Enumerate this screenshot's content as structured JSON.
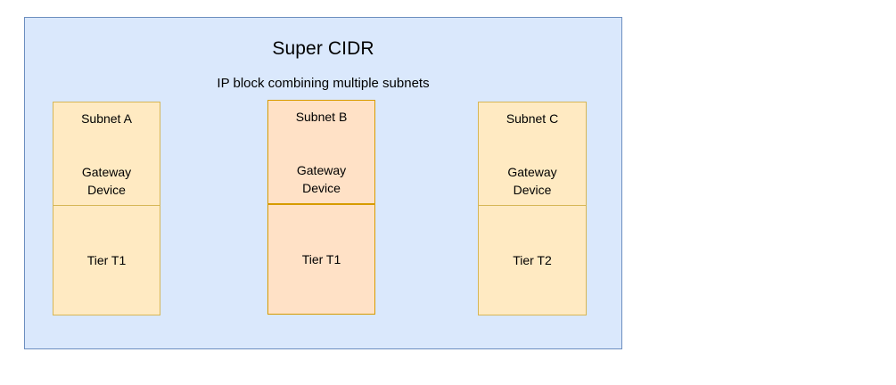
{
  "diagram": {
    "title": "Super CIDR",
    "subtitle": "IP block combining multiple subnets",
    "container_fill": "#dae8fc",
    "container_border": "#6c8ebf",
    "subnets": [
      {
        "name": "Subnet A",
        "device": "Gateway\nDevice",
        "device_line1": "Gateway",
        "device_line2": "Device",
        "tier": "Tier T1",
        "fill": "#ffeac2",
        "border": "#d6b656"
      },
      {
        "name": "Subnet B",
        "device": "Gateway\nDevice",
        "device_line1": "Gateway",
        "device_line2": "Device",
        "tier": "Tier T1",
        "fill": "#ffe1c6",
        "border": "#d79b00"
      },
      {
        "name": "Subnet C",
        "device": "Gateway\nDevice",
        "device_line1": "Gateway",
        "device_line2": "Device",
        "tier": "Tier T2",
        "fill": "#ffeac2",
        "border": "#d6b656"
      }
    ]
  }
}
